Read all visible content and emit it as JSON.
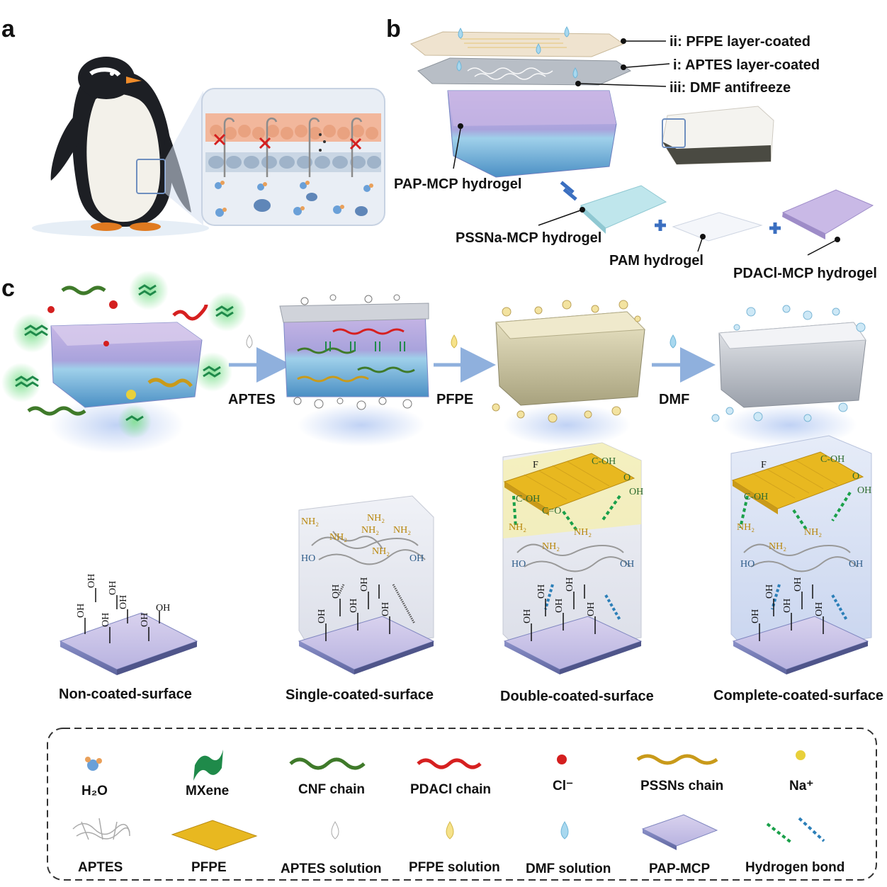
{
  "panels": {
    "a": "a",
    "b": "b",
    "c": "c"
  },
  "panel_b": {
    "layer_pfpe": "ii: PFPE layer-coated",
    "layer_aptes": "i: APTES layer-coated",
    "layer_dmf": "iii: DMF antifreeze",
    "pap_mcp": "PAP-MCP hydrogel",
    "pssna_mcp": "PSSNa-MCP hydrogel",
    "pam": "PAM hydrogel",
    "pdacl_mcp": "PDACl-MCP hydrogel"
  },
  "panel_c": {
    "step1": "APTES",
    "step2": "PFPE",
    "step3": "DMF",
    "surface1": "Non-coated-surface",
    "surface2": "Single-coated-surface",
    "surface3": "Double-coated-surface",
    "surface4": "Complete-coated-surface",
    "oh": "OH",
    "nh2": "NH₂",
    "ho": "HO",
    "cooh": "C-OH",
    "o": "O",
    "f": "F",
    "co": "C=O"
  },
  "legend": {
    "items_row1": [
      {
        "label": "H₂O",
        "icon": "water-molecule-icon"
      },
      {
        "label": "MXene",
        "icon": "mxene-icon"
      },
      {
        "label": "CNF chain",
        "icon": "cnf-chain-icon"
      },
      {
        "label": "PDACl chain",
        "icon": "pdacl-chain-icon"
      },
      {
        "label": "Cl⁻",
        "icon": "chloride-ion-icon"
      },
      {
        "label": "PSSNs chain",
        "icon": "pssns-chain-icon"
      },
      {
        "label": "Na⁺",
        "icon": "sodium-ion-icon"
      }
    ],
    "items_row2": [
      {
        "label": "APTES",
        "icon": "aptes-network-icon"
      },
      {
        "label": "PFPE",
        "icon": "pfpe-sheet-icon"
      },
      {
        "label": "APTES solution",
        "icon": "aptes-droplet-icon"
      },
      {
        "label": "PFPE solution",
        "icon": "pfpe-droplet-icon"
      },
      {
        "label": "DMF solution",
        "icon": "dmf-droplet-icon"
      },
      {
        "label": "PAP-MCP",
        "icon": "pap-mcp-slab-icon"
      },
      {
        "label": "Hydrogen bond",
        "icon": "hydrogen-bond-icon"
      }
    ]
  },
  "colors": {
    "cnf": "#3f7a2a",
    "pdacl": "#d62020",
    "pssns": "#c99a1a",
    "mxene": "#1f8a4a",
    "hbond_green": "#1aa04a",
    "hbond_blue": "#2c7fb8",
    "arrow": "#8fb0dd",
    "pfpe": "#e8b820"
  }
}
